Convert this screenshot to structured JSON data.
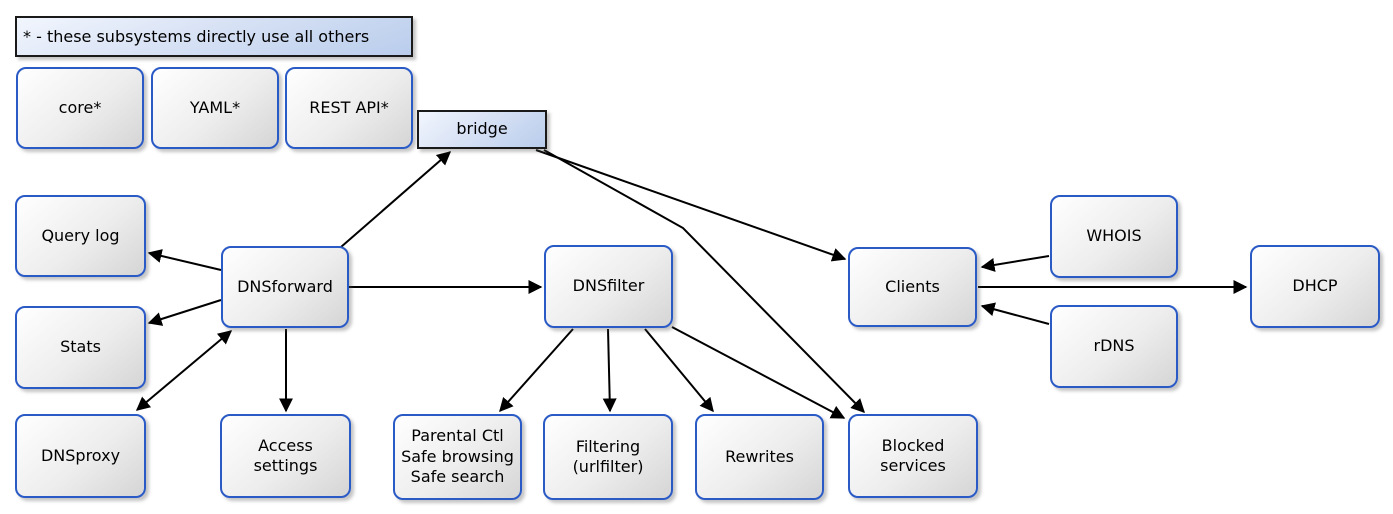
{
  "diagram": {
    "legend": {
      "text": "* - these subsystems directly use all others"
    },
    "nodes": [
      {
        "id": "core",
        "label": "core*",
        "style": "module"
      },
      {
        "id": "yaml",
        "label": "YAML*",
        "style": "module"
      },
      {
        "id": "restapi",
        "label": "REST API*",
        "style": "module"
      },
      {
        "id": "bridge",
        "label": "bridge",
        "style": "bridge"
      },
      {
        "id": "querylog",
        "label": "Query log",
        "style": "module"
      },
      {
        "id": "stats",
        "label": "Stats",
        "style": "module"
      },
      {
        "id": "dnsproxy",
        "label": "DNSproxy",
        "style": "module"
      },
      {
        "id": "dnsforward",
        "label": "DNSforward",
        "style": "module"
      },
      {
        "id": "access",
        "label": "Access\nsettings",
        "style": "module"
      },
      {
        "id": "dnsfilter",
        "label": "DNSfilter",
        "style": "module"
      },
      {
        "id": "parental",
        "label": "Parental Ctl\nSafe browsing\nSafe search",
        "style": "module"
      },
      {
        "id": "urlfilter",
        "label": "Filtering\n(urlfilter)",
        "style": "module"
      },
      {
        "id": "rewrites",
        "label": "Rewrites",
        "style": "module"
      },
      {
        "id": "blocked",
        "label": "Blocked\nservices",
        "style": "module"
      },
      {
        "id": "clients",
        "label": "Clients",
        "style": "module"
      },
      {
        "id": "whois",
        "label": "WHOIS",
        "style": "module"
      },
      {
        "id": "rdns",
        "label": "rDNS",
        "style": "module"
      },
      {
        "id": "dhcp",
        "label": "DHCP",
        "style": "module"
      }
    ],
    "edges": [
      {
        "from": "dnsforward",
        "to": "bridge",
        "arrows": "end"
      },
      {
        "from": "bridge",
        "to": "clients",
        "arrows": "end"
      },
      {
        "from": "bridge",
        "to": "blocked",
        "arrows": "end"
      },
      {
        "from": "dnsforward",
        "to": "querylog",
        "arrows": "end"
      },
      {
        "from": "dnsforward",
        "to": "stats",
        "arrows": "end"
      },
      {
        "from": "dnsforward",
        "to": "dnsproxy",
        "arrows": "both"
      },
      {
        "from": "dnsforward",
        "to": "access",
        "arrows": "end"
      },
      {
        "from": "dnsforward",
        "to": "dnsfilter",
        "arrows": "end"
      },
      {
        "from": "dnsfilter",
        "to": "parental",
        "arrows": "end"
      },
      {
        "from": "dnsfilter",
        "to": "urlfilter",
        "arrows": "end"
      },
      {
        "from": "dnsfilter",
        "to": "rewrites",
        "arrows": "end"
      },
      {
        "from": "dnsfilter",
        "to": "blocked",
        "arrows": "end"
      },
      {
        "from": "whois",
        "to": "clients",
        "arrows": "end"
      },
      {
        "from": "rdns",
        "to": "clients",
        "arrows": "end"
      },
      {
        "from": "clients",
        "to": "dhcp",
        "arrows": "end"
      }
    ],
    "colors": {
      "node_border": "#2a5ac6",
      "blue_node_border": "#1a1a1a",
      "edge": "#000000",
      "gray_fill_top": "#ffffff",
      "gray_fill_bottom": "#d5d5d5",
      "blue_fill_top": "#f2f6fd",
      "blue_fill_bottom": "#b9cdec",
      "background": "#ffffff"
    }
  }
}
